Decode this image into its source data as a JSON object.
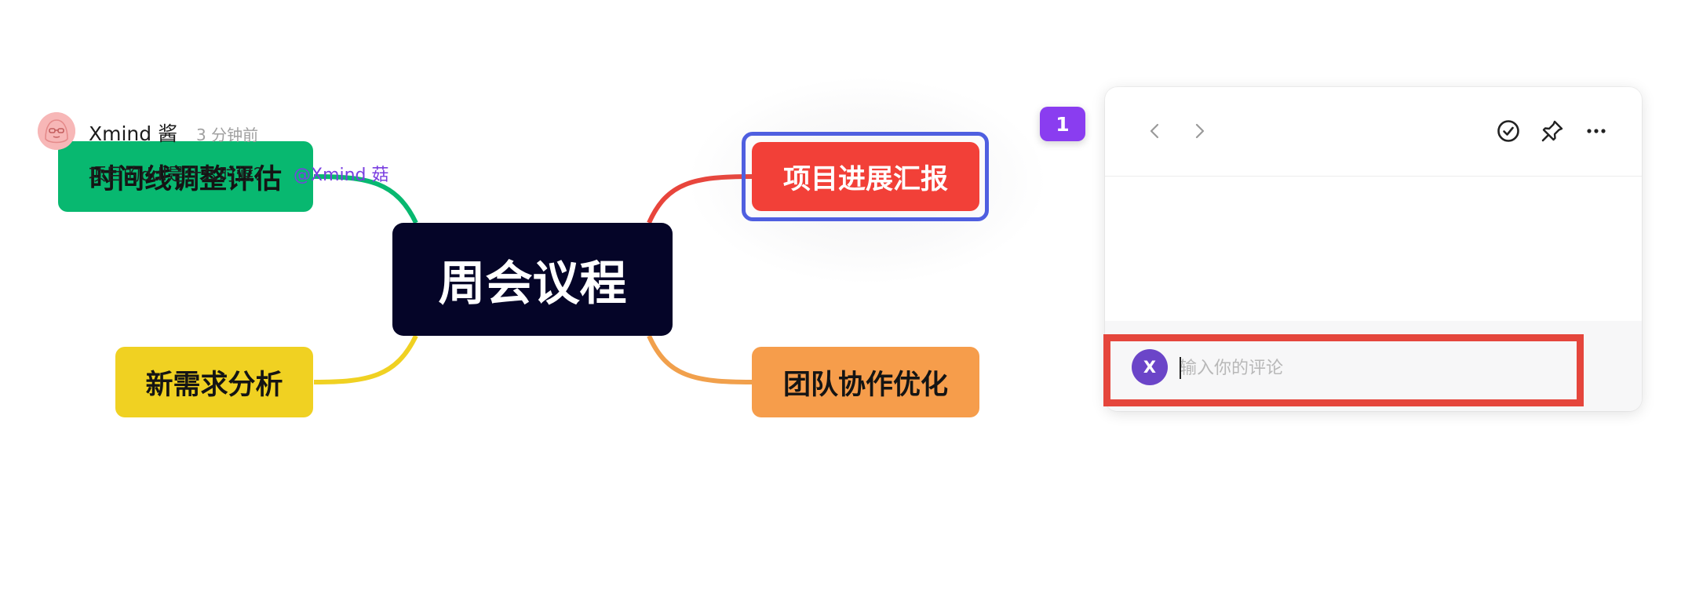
{
  "mindmap": {
    "central": "周会议程",
    "topics": [
      {
        "label": "时间线调整评估",
        "color": "#08b870"
      },
      {
        "label": "新需求分析",
        "color": "#f0d122"
      },
      {
        "label": "项目进展汇报",
        "color": "#f24038",
        "selected": true
      },
      {
        "label": "团队协作优化",
        "color": "#f69d4b"
      }
    ],
    "comment_count_badge": "1"
  },
  "comment_panel": {
    "header_icons": [
      "chevron-left-icon",
      "chevron-right-icon",
      "check-circle-icon",
      "pin-icon",
      "more-icon"
    ],
    "comment": {
      "author": "Xmind 酱",
      "time": "3 分钟前",
      "text": "项目的ddl是什么时候？",
      "mention": "@Xmind 菇"
    },
    "input": {
      "avatar_initial": "X",
      "placeholder": "输入你的评论",
      "value": ""
    }
  },
  "colors": {
    "central_bg": "#050528",
    "selection_frame": "#4f5fe0",
    "badge": "#8a3df0",
    "mention": "#7a3fe0",
    "highlight_box": "#e5463c",
    "user_avatar": "#6b45c8"
  }
}
